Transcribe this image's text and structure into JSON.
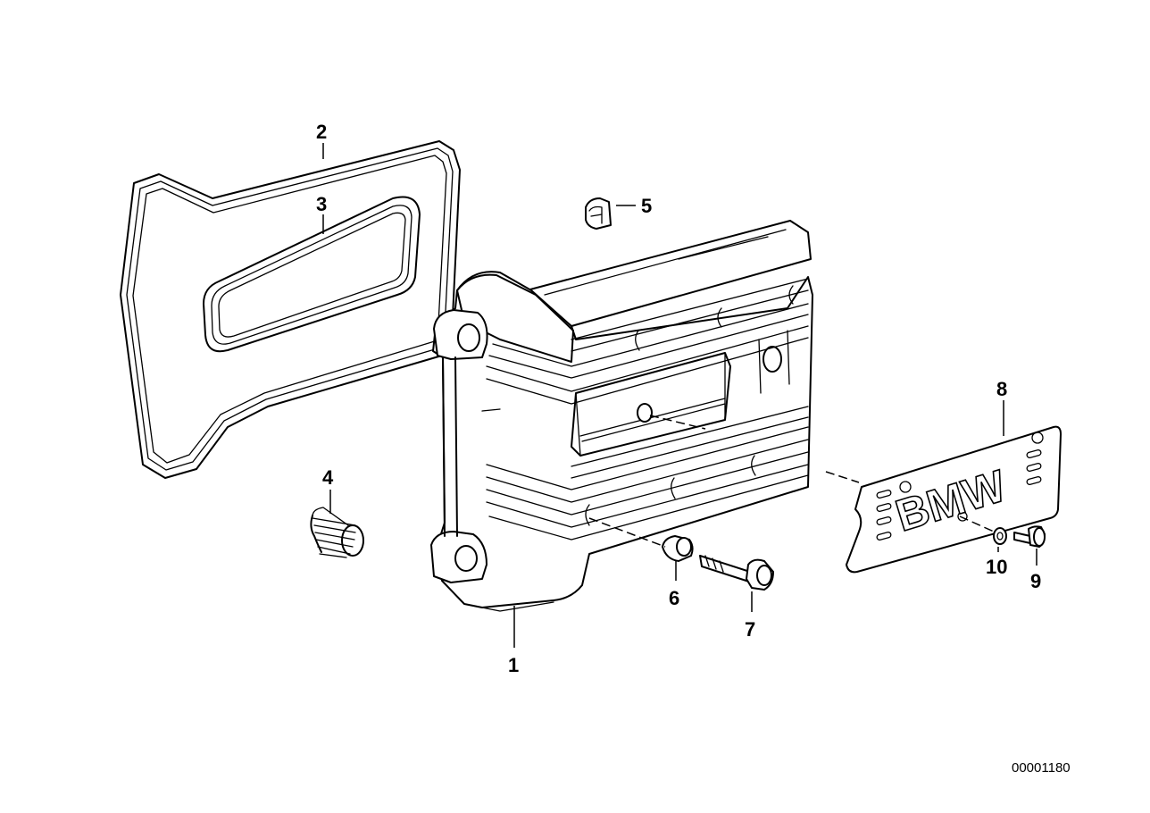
{
  "diagram": {
    "callouts": [
      {
        "id": "c1",
        "label": "1"
      },
      {
        "id": "c2",
        "label": "2"
      },
      {
        "id": "c3",
        "label": "3"
      },
      {
        "id": "c4",
        "label": "4"
      },
      {
        "id": "c5",
        "label": "5"
      },
      {
        "id": "c6",
        "label": "6"
      },
      {
        "id": "c7",
        "label": "7"
      },
      {
        "id": "c8",
        "label": "8"
      },
      {
        "id": "c9",
        "label": "9"
      },
      {
        "id": "c10",
        "label": "10"
      }
    ],
    "reference_number": "00001180",
    "badge_text": "BMW"
  }
}
